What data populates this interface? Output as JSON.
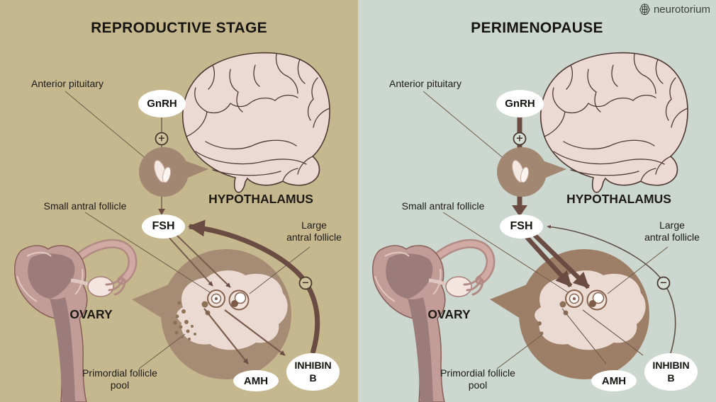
{
  "brand": {
    "logo_text": "neurotorium"
  },
  "panels": {
    "left": {
      "title": "REPRODUCTIVE STAGE",
      "anterior_pituitary": "Anterior pituitary",
      "gnrh": "GnRH",
      "plus_sign": "+",
      "hypothalamus": "HYPOTHALAMUS",
      "small_antral_follicle": "Small antral follicle",
      "fsh": "FSH",
      "large_antral_follicle": "Large\nantral follicle",
      "ovary": "OVARY",
      "primordial_follicle_pool": "Primordial follicle\npool",
      "amh": "AMH",
      "inhibin_b": "INHIBIN\nB",
      "minus_sign": "−"
    },
    "right": {
      "title": "PERIMENOPAUSE",
      "anterior_pituitary": "Anterior pituitary",
      "gnrh": "GnRH",
      "plus_sign": "+",
      "hypothalamus": "HYPOTHALAMUS",
      "small_antral_follicle": "Small antral follicle",
      "fsh": "FSH",
      "large_antral_follicle": "Large\nantral follicle",
      "ovary": "OVARY",
      "primordial_follicle_pool": "Primordial follicle\npool",
      "amh": "AMH",
      "inhibin_b": "INHIBIN\nB",
      "minus_sign": "−"
    }
  },
  "colors": {
    "left_background": "#c6b88e",
    "right_background": "#cbd7cf",
    "node_fill": "#ffffff",
    "strong_arrow": "#6b4c42",
    "thin_line": "#6e5c49",
    "bubble_brown": "#a68c74",
    "ovary_tissue": "#eadad2",
    "brain_fill": "#ecd9d3",
    "text": "#1d1a16"
  }
}
